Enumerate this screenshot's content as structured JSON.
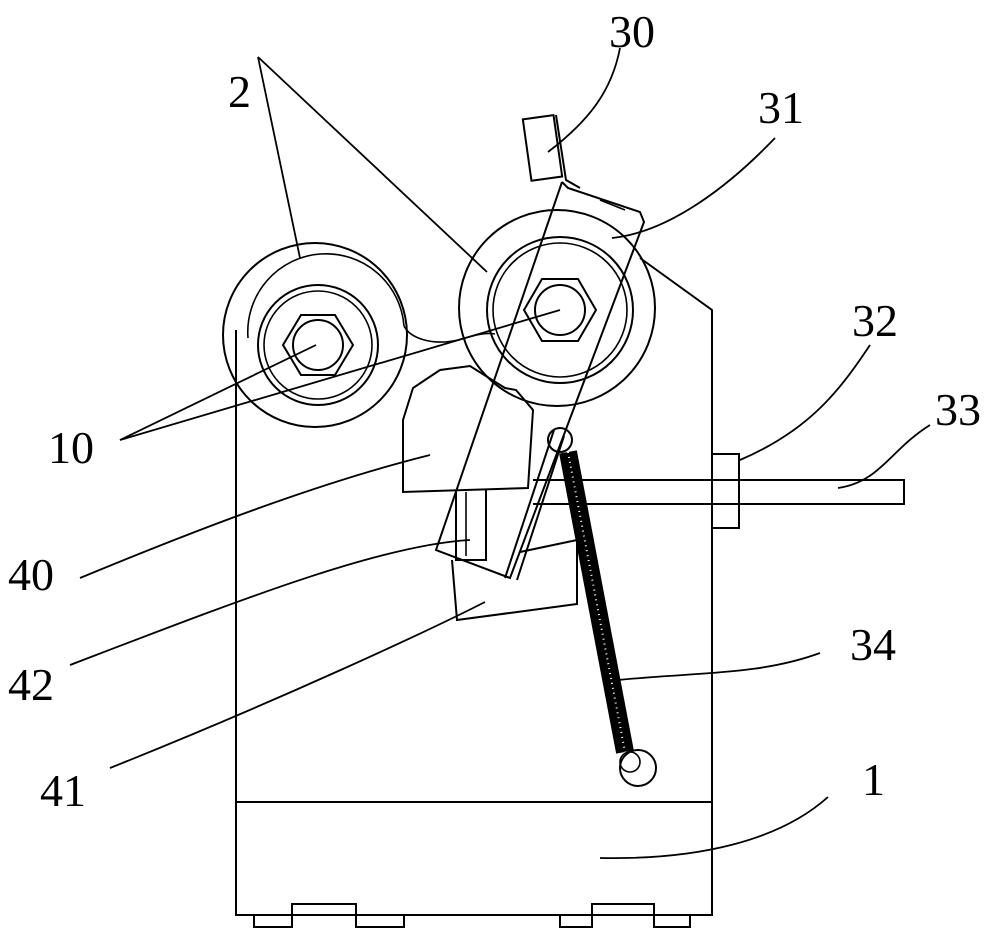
{
  "figure": {
    "labels": {
      "base": "1",
      "roller_wheels": "2",
      "shafts": "10",
      "block_30": "30",
      "arm_31": "31",
      "nut_32": "32",
      "rod_33": "33",
      "spring_34": "34",
      "block_40": "40",
      "block_41": "41",
      "block_42": "42"
    }
  }
}
